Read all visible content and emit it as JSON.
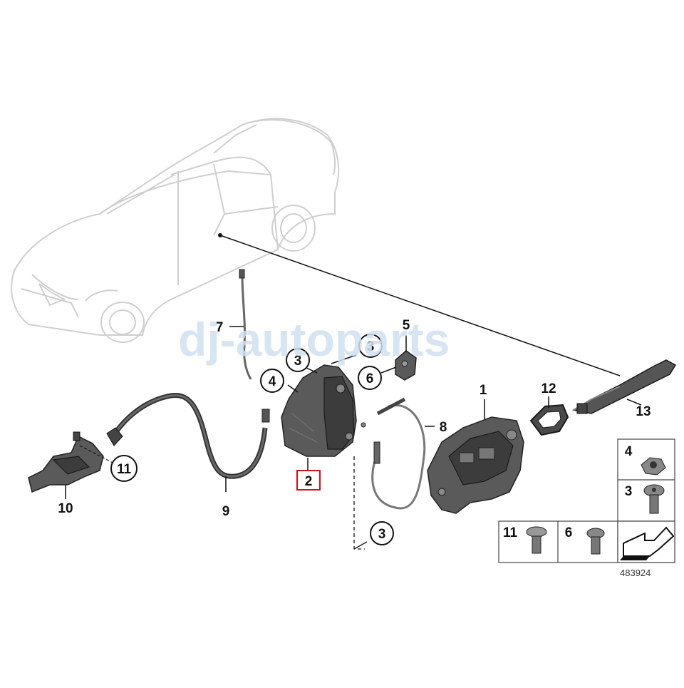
{
  "watermark": "dj-autoparts",
  "reference_number": "483924",
  "labels": {
    "p1": "1",
    "p2": "2",
    "p3a": "3",
    "p3b": "3",
    "p3c": "3",
    "p4": "4",
    "p5": "5",
    "p6": "6",
    "p7": "7",
    "p8": "8",
    "p9": "9",
    "p10": "10",
    "p11": "11",
    "p12": "12",
    "p13": "13"
  },
  "legend": {
    "nut": "4",
    "screw_torx": "3",
    "bolt_flange": "11",
    "screw_small": "6"
  },
  "colors": {
    "highlight_box": "#d0101a",
    "watermark": "#cfe1ef",
    "car_outline": "#cfcfcf"
  }
}
